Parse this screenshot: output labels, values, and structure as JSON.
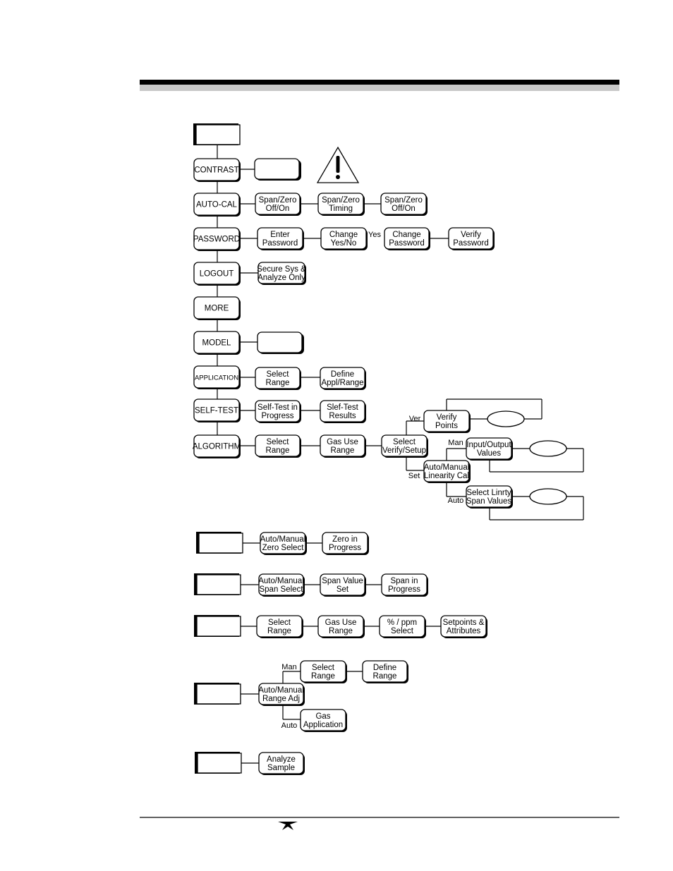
{
  "nodes": {
    "contrast": "CONTRAST",
    "autocal": "AUTO-CAL",
    "password": "PASSWORD",
    "logout": "LOGOUT",
    "more": "MORE",
    "model": "MODEL",
    "application": "APPLICATION",
    "selftest": "SELF-TEST",
    "algorithm": "ALGORITHM",
    "autocal_span_onoff": [
      "Span/Zero",
      "Off/On"
    ],
    "autocal_timing": [
      "Span/Zero",
      "Timing"
    ],
    "autocal_zero_onoff": [
      "Span/Zero",
      "Off/On"
    ],
    "enter_password": [
      "Enter",
      "Password"
    ],
    "change_yesno": [
      "Change",
      "Yes/No"
    ],
    "change_password": [
      "Change",
      "Password"
    ],
    "verify_password": [
      "Verify",
      "Password"
    ],
    "secure_sys": [
      "Secure Sys &",
      "Analyze Only"
    ],
    "app_select_range": [
      "Select",
      "Range"
    ],
    "define_appl_range": [
      "Define",
      "Appl/Range"
    ],
    "selftest_progress": [
      "Self-Test in",
      "Progress"
    ],
    "selftest_results": [
      "Slef-Test",
      "Results"
    ],
    "alg_select_range": [
      "Select",
      "Range"
    ],
    "alg_gas_use": [
      "Gas Use",
      "Range"
    ],
    "select_verify_setup": [
      "Select",
      "Verify/Setup"
    ],
    "verify_points": [
      "Verify",
      "Points"
    ],
    "input_output": [
      "Input/Output",
      "Values"
    ],
    "auto_manual_linearity": [
      "Auto/Manual",
      "Linearity Cal"
    ],
    "select_linrty": [
      "Select Linrty",
      "Span Values"
    ],
    "zero_auto_manual": [
      "Auto/Manual",
      "Zero Select"
    ],
    "zero_in_progress": [
      "Zero in",
      "Progress"
    ],
    "span_auto_manual": [
      "Auto/Manual",
      "Span Select"
    ],
    "span_value_set": [
      "Span Value",
      "Set"
    ],
    "span_in_progress": [
      "Span in",
      "Progress"
    ],
    "alarms_select_range": [
      "Select",
      "Range"
    ],
    "alarms_gas_use": [
      "Gas Use",
      "Range"
    ],
    "percent_ppm": [
      "% / ppm",
      "Select"
    ],
    "setpoints": [
      "Setpoints &",
      "Attributes"
    ],
    "range_adj": [
      "Auto/Manual",
      "Range Adj"
    ],
    "range_select": [
      "Select",
      "Range"
    ],
    "define_range": [
      "Define",
      "Range"
    ],
    "gas_application": [
      "Gas",
      "Application"
    ],
    "analyze_sample": [
      "Analyze",
      "Sample"
    ]
  },
  "labels": {
    "yes": "Yes",
    "ver": "Ver",
    "set": "Set",
    "man": "Man",
    "auto": "Auto",
    "range_man": "Man",
    "range_auto": "Auto"
  },
  "icons": {
    "warning": "warning-triangle-icon",
    "logo": "teledyne-logo"
  }
}
